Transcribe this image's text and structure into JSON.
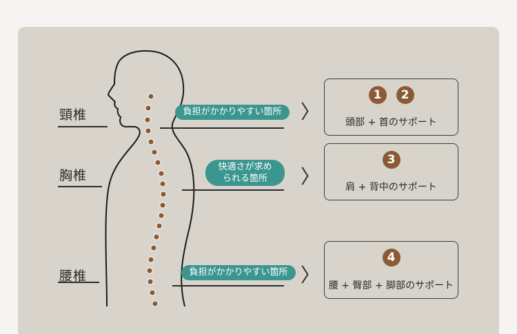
{
  "regions": [
    {
      "label": "頸椎",
      "callout": [
        "負担がかかりやすい箇所"
      ],
      "numbers": [
        "1",
        "2"
      ],
      "support": "頭部 + 首のサポート"
    },
    {
      "label": "胸椎",
      "callout": [
        "快適さが求め",
        "られる箇所"
      ],
      "numbers": [
        "3"
      ],
      "support": "肩 + 背中のサポート"
    },
    {
      "label": "腰椎",
      "callout": [
        "負担がかかりやすい箇所"
      ],
      "numbers": [
        "4"
      ],
      "support": "腰 + 臀部 + 脚部のサポート"
    }
  ],
  "chevron": "〉",
  "colors": {
    "panel": "#d8d4cc",
    "teal": "#3a968f",
    "brown": "#8b5a35"
  }
}
